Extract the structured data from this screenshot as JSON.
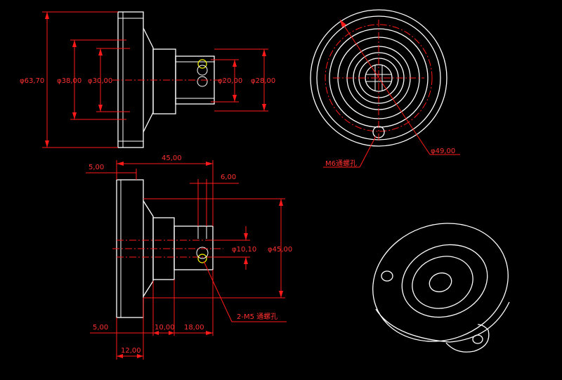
{
  "colors": {
    "background": "#000000",
    "outline": "#ffffff",
    "dimension": "#ff1a1a",
    "highlight": "#ffff00"
  },
  "front_view": {
    "dims": {
      "d63": "φ63,70",
      "d38": "φ38,00",
      "d30": "φ30,00",
      "d20": "φ20,00",
      "d28": "φ28,00"
    }
  },
  "top_view": {
    "dims": {
      "d49": "φ49,00"
    },
    "labels": {
      "m6": "M6通螺孔"
    }
  },
  "section_view": {
    "dims": {
      "l45": "45,00",
      "l5_top": "5,00",
      "l6": "6,00",
      "d10": "φ10,10",
      "d45": "φ45,00",
      "l5_bottom": "5,00",
      "l10": "10,00",
      "l18": "18,00",
      "l12": "12,00"
    },
    "labels": {
      "m5": "2-M5 通螺孔"
    }
  }
}
